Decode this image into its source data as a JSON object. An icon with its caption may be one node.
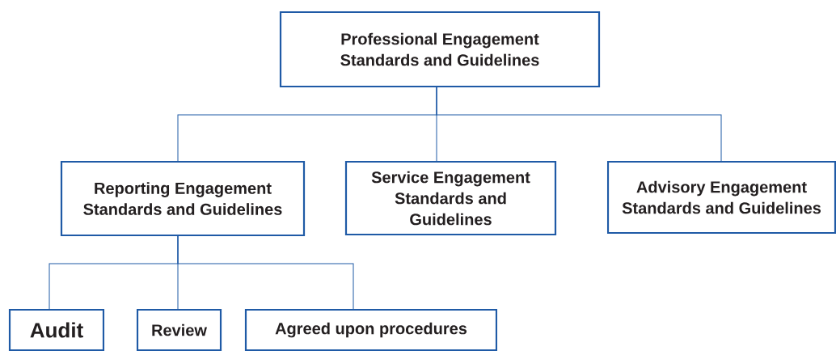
{
  "diagram": {
    "nodes": [
      {
        "text": [
          "Professional Engagement Standards and Guidelines"
        ]
      },
      {
        "text": [
          "Reporting Engagement Standards and Guidelines"
        ]
      },
      {
        "text": [
          "Service Engagement Standards and Guidelines"
        ]
      },
      {
        "text": [
          "Advisory Engagement Standards and Guidelines"
        ]
      },
      {
        "text": [
          "Audit"
        ]
      },
      {
        "text": [
          "Review"
        ]
      },
      {
        "text": [
          "Agreed upon procedures"
        ]
      }
    ],
    "edges": [
      {
        "from": 0,
        "to": 1,
        "arrow": "none"
      },
      {
        "from": 0,
        "to": 2,
        "arrow": "none"
      },
      {
        "from": 0,
        "to": 3,
        "arrow": "none"
      },
      {
        "from": 1,
        "to": 4,
        "arrow": "none"
      },
      {
        "from": 1,
        "to": 5,
        "arrow": "none"
      },
      {
        "from": 1,
        "to": 6,
        "arrow": "none"
      }
    ]
  }
}
